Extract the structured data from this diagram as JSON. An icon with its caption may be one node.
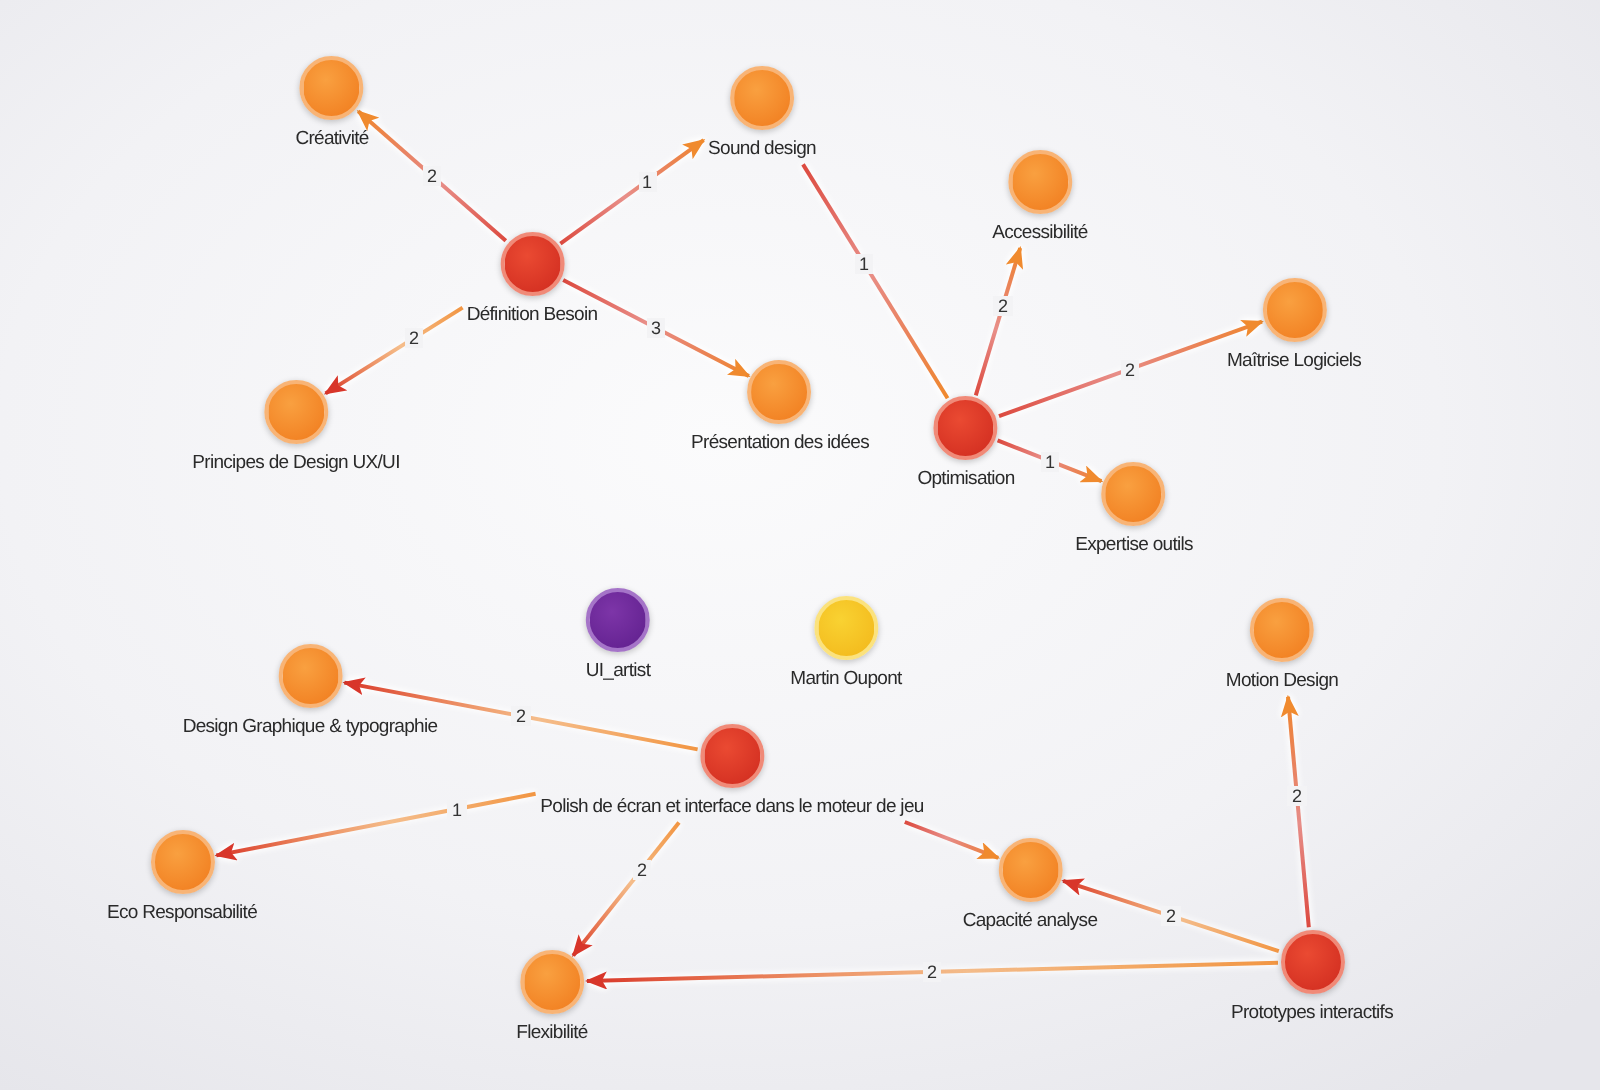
{
  "diagram": {
    "nodes": [
      {
        "text": [
          "Créativité"
        ]
      },
      {
        "text": [
          "Sound design"
        ]
      },
      {
        "text": [
          "Définition Besoin"
        ]
      },
      {
        "text": [
          "Principes de Design UX/UI"
        ]
      },
      {
        "text": [
          "Présentation des idées"
        ]
      },
      {
        "text": [
          "Accessibilité"
        ]
      },
      {
        "text": [
          "Maîtrise Logiciels"
        ]
      },
      {
        "text": [
          "Optimisation"
        ]
      },
      {
        "text": [
          "Expertise outils"
        ]
      },
      {
        "text": [
          "UI_artist"
        ]
      },
      {
        "text": [
          "Martin Oupont"
        ]
      },
      {
        "text": [
          "Motion Design"
        ]
      },
      {
        "text": [
          "Design Graphique & typographie"
        ]
      },
      {
        "text": [
          "Polish de écran et interface dans le moteur de jeu"
        ]
      },
      {
        "text": [
          "Eco Responsabilité"
        ]
      },
      {
        "text": [
          "Capacité analyse"
        ]
      },
      {
        "text": [
          "Flexibilité"
        ]
      },
      {
        "text": [
          "Prototypes interactifs"
        ]
      }
    ],
    "edges": [
      {
        "from": 2,
        "to": 0,
        "arrow": "to",
        "label": "2"
      },
      {
        "from": 2,
        "to": 1,
        "arrow": "to",
        "label": "1"
      },
      {
        "from": 2,
        "to": 3,
        "arrow": "to",
        "label": "2",
        "color": "#d8362a"
      },
      {
        "from": 2,
        "to": 4,
        "arrow": "to",
        "label": "3"
      },
      {
        "from": 1,
        "to": 7,
        "arrow": "none",
        "label": "1"
      },
      {
        "from": 7,
        "to": 5,
        "arrow": "to",
        "label": "2"
      },
      {
        "from": 7,
        "to": 6,
        "arrow": "to",
        "label": "2"
      },
      {
        "from": 7,
        "to": 8,
        "arrow": "to",
        "label": "1"
      },
      {
        "from": 13,
        "to": 12,
        "arrow": "to",
        "label": "2",
        "color": "#d8362a"
      },
      {
        "from": 13,
        "to": 14,
        "arrow": "to",
        "label": "1",
        "color": "#d8362a"
      },
      {
        "from": 13,
        "to": 16,
        "arrow": "to",
        "label": "2",
        "color": "#d8362a"
      },
      {
        "from": 13,
        "to": 15,
        "arrow": "to"
      },
      {
        "from": 17,
        "to": 15,
        "arrow": "to",
        "label": "2",
        "color": "#d8362a"
      },
      {
        "from": 17,
        "to": 16,
        "arrow": "to",
        "label": "2",
        "color": "#d8362a"
      },
      {
        "from": 17,
        "to": 11,
        "arrow": "to",
        "label": "2"
      }
    ]
  }
}
